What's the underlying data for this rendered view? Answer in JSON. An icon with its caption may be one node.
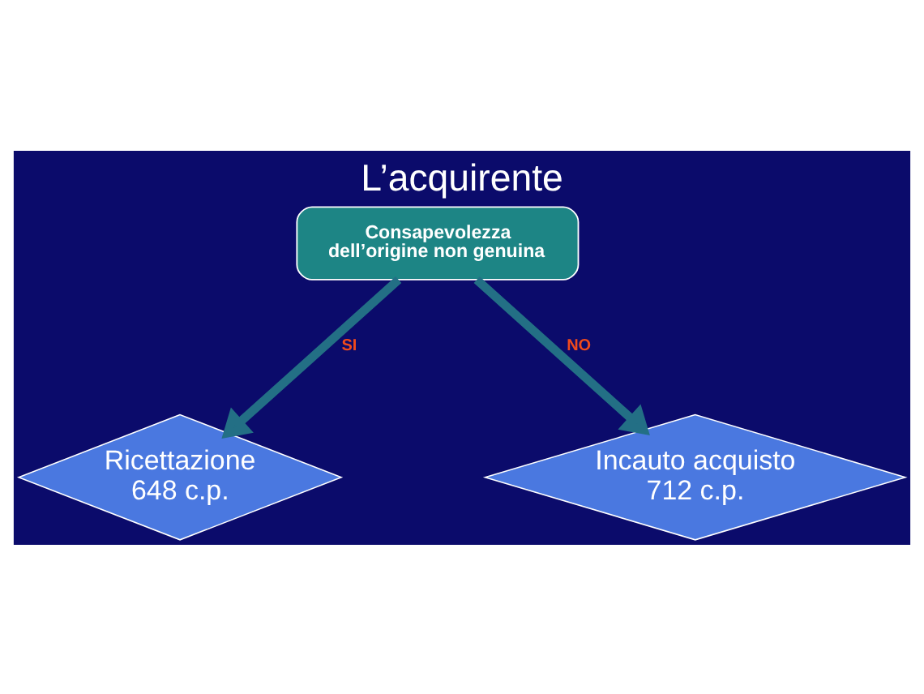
{
  "diagram": {
    "title": "L’acquirente",
    "nodes": [
      {
        "text": [
          "Consapevolezza dell’origine non genuina"
        ]
      },
      {
        "text": [
          "Ricettazione 648 c.p."
        ]
      },
      {
        "text": [
          "Incauto acquisto 712 c.p."
        ]
      }
    ],
    "edges": [
      {
        "from": 0,
        "to": 1,
        "arrow": "to",
        "label": "SI"
      },
      {
        "from": 0,
        "to": 2,
        "arrow": "to",
        "label": "NO"
      }
    ]
  }
}
